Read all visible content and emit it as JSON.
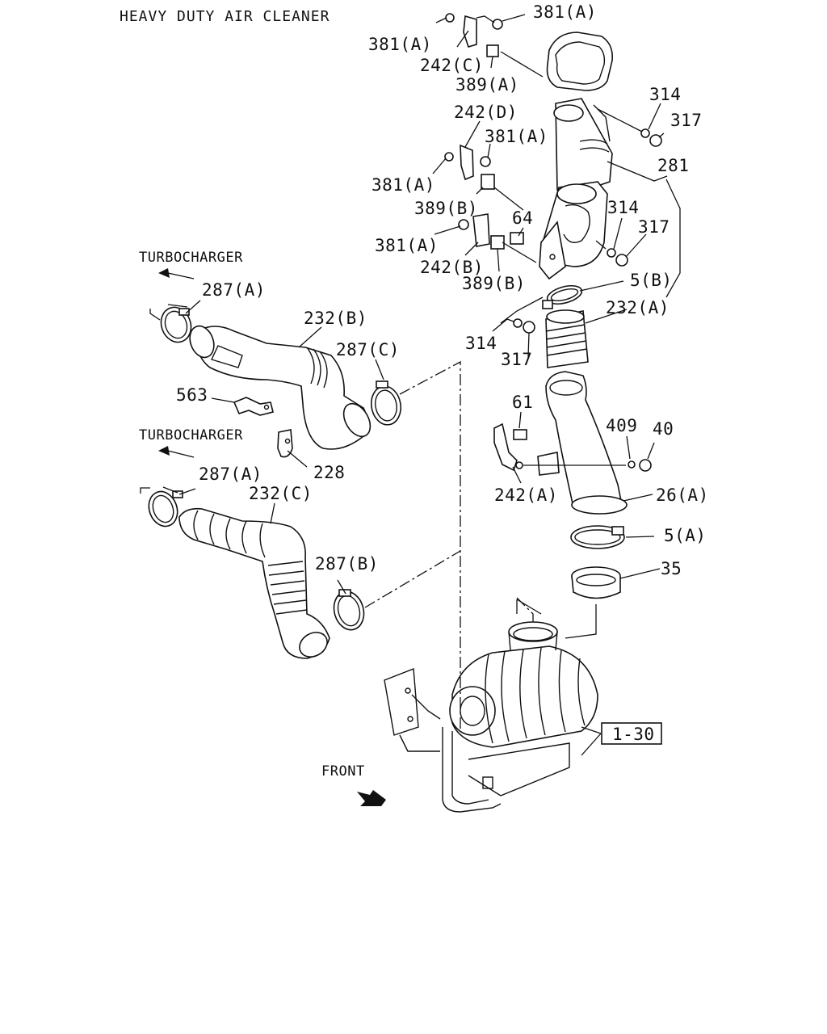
{
  "title": "HEAVY DUTY AIR CLEANER",
  "callouts": {
    "c381a_1": "381(A)",
    "c381a_2": "381(A)",
    "c242c": "242(C)",
    "c389a": "389(A)",
    "c242d": "242(D)",
    "c381a_3": "381(A)",
    "c381a_4": "381(A)",
    "c389b_1": "389(B)",
    "c64": "64",
    "c381a_5": "381(A)",
    "c242b": "242(B)",
    "c389b_2": "389(B)",
    "c314_1": "314",
    "c317_1": "317",
    "c281": "281",
    "c314_2": "314",
    "c317_2": "317",
    "c5b": "5(B)",
    "c232a": "232(A)",
    "c314_3": "314",
    "c317_3": "317",
    "c61": "61",
    "c409": "409",
    "c40": "40",
    "c242a": "242(A)",
    "c26a": "26(A)",
    "c5a": "5(A)",
    "c35": "35",
    "c287a_1": "287(A)",
    "c232b": "232(B)",
    "c287c": "287(C)",
    "c563": "563",
    "c228": "228",
    "c287a_2": "287(A)",
    "c232c": "232(C)",
    "c287b": "287(B)",
    "c1_30": "1-30"
  },
  "labels": {
    "turbocharger_1": "TURBOCHARGER",
    "turbocharger_2": "TURBOCHARGER",
    "front": "FRONT"
  },
  "colors": {
    "ink": "#111111",
    "background": "#ffffff"
  }
}
